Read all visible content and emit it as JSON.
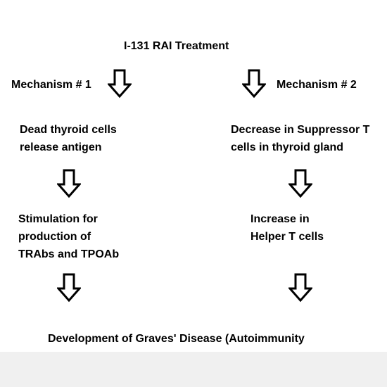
{
  "title": "I-131 RAI Treatment",
  "left": {
    "mechanism": "Mechanism # 1",
    "step1": [
      "Dead thyroid cells",
      "release antigen"
    ],
    "step2": [
      "Stimulation for",
      "production of",
      "TRAbs and TPOAb"
    ]
  },
  "right": {
    "mechanism": "Mechanism # 2",
    "step1": [
      "Decrease in Suppressor T",
      "cells in thyroid gland"
    ],
    "step2": [
      "Increase in",
      "Helper T cells"
    ]
  },
  "outcome": "Development of Graves' Disease (Autoimmunity",
  "icons": {
    "arrow": "down-arrow-icon"
  },
  "colors": {
    "text": "#000000",
    "background": "#ffffff",
    "footer_strip": "#f0f0f0"
  }
}
